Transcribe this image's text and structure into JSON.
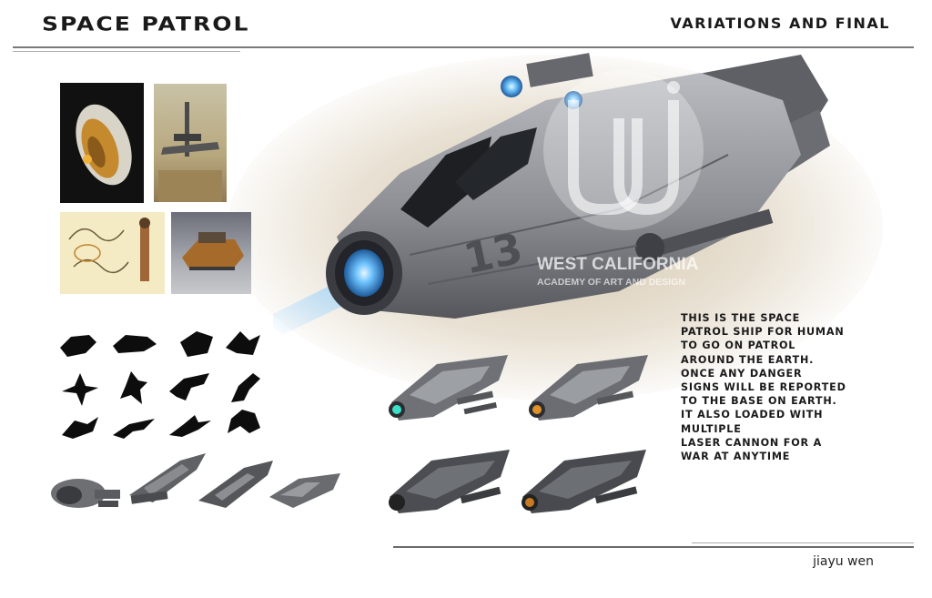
{
  "header": {
    "title": "SPACE PATROL",
    "subtitle": "VARIATIONS AND FINAL"
  },
  "description": {
    "lines": [
      "THIS IS THE SPACE",
      "PATROL SHIP FOR HUMAN",
      "TO GO ON PATROL",
      "AROUND THE EARTH.",
      "ONCE ANY DANGER",
      "SIGNS WILL BE REPORTED",
      "TO THE BASE ON EARTH.",
      "IT ALSO LOADED WITH",
      "MULTIPLE",
      "LASER CANNON FOR A",
      "WAR AT ANYTIME"
    ]
  },
  "hull_marking": "13",
  "watermark": {
    "name": "WEST CALIFORNIA",
    "subtitle": "ACADEMY OF ART AND DESIGN"
  },
  "author": "jiayu wen",
  "colors": {
    "hull": "#8e9096",
    "engine_glow": "#3aa0ff",
    "haze": "#b2986e",
    "accent_orange": "#d08a2a"
  }
}
